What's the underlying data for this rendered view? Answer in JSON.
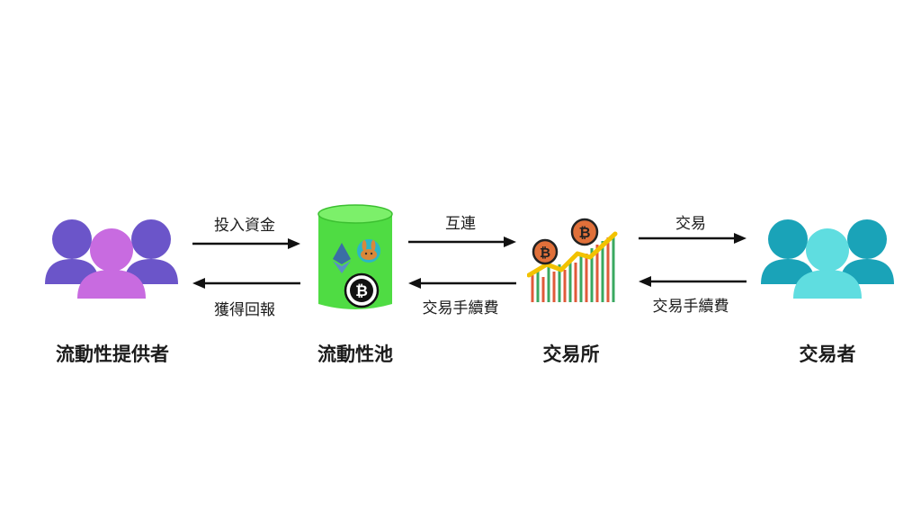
{
  "nodes": {
    "provider": {
      "label": "流動性提供者",
      "icon": "people-group-icon",
      "colors": {
        "front": "#c86be0",
        "back": "#6b55c9"
      }
    },
    "pool": {
      "label": "流動性池",
      "icon": "liquidity-pool-cylinder-icon",
      "color": "#4fdc43"
    },
    "exchange": {
      "label": "交易所",
      "icon": "exchange-chart-icon"
    },
    "trader": {
      "label": "交易者",
      "icon": "people-group-icon",
      "colors": {
        "front": "#5fdde0",
        "back": "#1aa3b8"
      }
    }
  },
  "edges": {
    "provider_to_pool": "投入資金",
    "pool_to_provider": "獲得回報",
    "pool_to_exchange": "互連",
    "exchange_to_pool": "交易手續費",
    "exchange_to_trader": "交易",
    "trader_to_exchange": "交易手續費"
  }
}
